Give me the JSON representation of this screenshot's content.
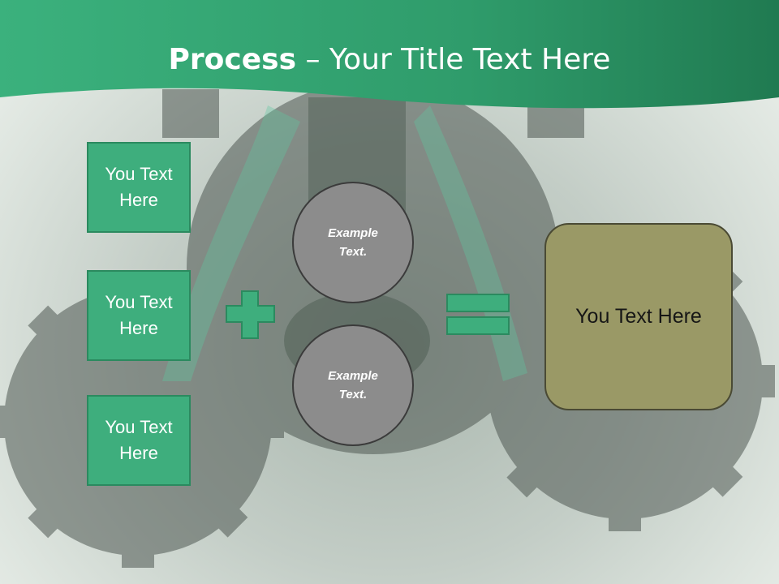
{
  "title": {
    "bold": "Process",
    "rest": " – Your Title Text Here"
  },
  "left_boxes": [
    {
      "label": "You Text Here"
    },
    {
      "label": "You Text Here"
    },
    {
      "label": "You Text Here"
    }
  ],
  "circles": [
    {
      "label": "Example Text."
    },
    {
      "label": "Example Text."
    }
  ],
  "operators": {
    "plus": "plus-icon",
    "equals": "equals-icon"
  },
  "result_box": {
    "label": "You Text Here"
  },
  "colors": {
    "title_band": "#2e9a68",
    "box_fill": "#3eae7d",
    "circle_fill": "#8c8c8c",
    "result_fill": "#9a9966"
  }
}
